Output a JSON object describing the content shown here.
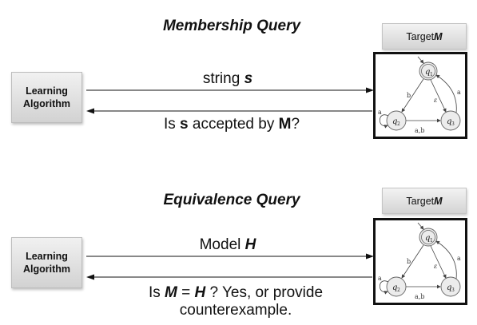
{
  "membership": {
    "title": "Membership Query",
    "learner_line1": "Learning",
    "learner_line2": "Algorithm",
    "target_label": "Target ",
    "target_var": "M",
    "forward_prefix": "string ",
    "forward_var": "s",
    "back_prefix": "Is ",
    "back_var1": "s",
    "back_mid": " accepted by ",
    "back_var2": "M",
    "back_suffix": "?"
  },
  "equivalence": {
    "title": "Equivalence Query",
    "learner_line1": "Learning",
    "learner_line2": "Algorithm",
    "target_label": "Target ",
    "target_var": "M",
    "forward_prefix": "Model ",
    "forward_var": "H",
    "back_prefix": "Is ",
    "back_var1": "M",
    "back_mid": " = ",
    "back_var2": "H",
    "back_suffix": " ? Yes, or provide",
    "back_line2": "counterexample."
  },
  "automaton": {
    "states": [
      "q",
      "q",
      "q"
    ],
    "subscripts": [
      "1",
      "2",
      "3"
    ],
    "edge_b": "b",
    "edge_epsilon": "ε",
    "edge_a_right": "a",
    "edge_a_loop": "a",
    "edge_ab": "a,b"
  }
}
